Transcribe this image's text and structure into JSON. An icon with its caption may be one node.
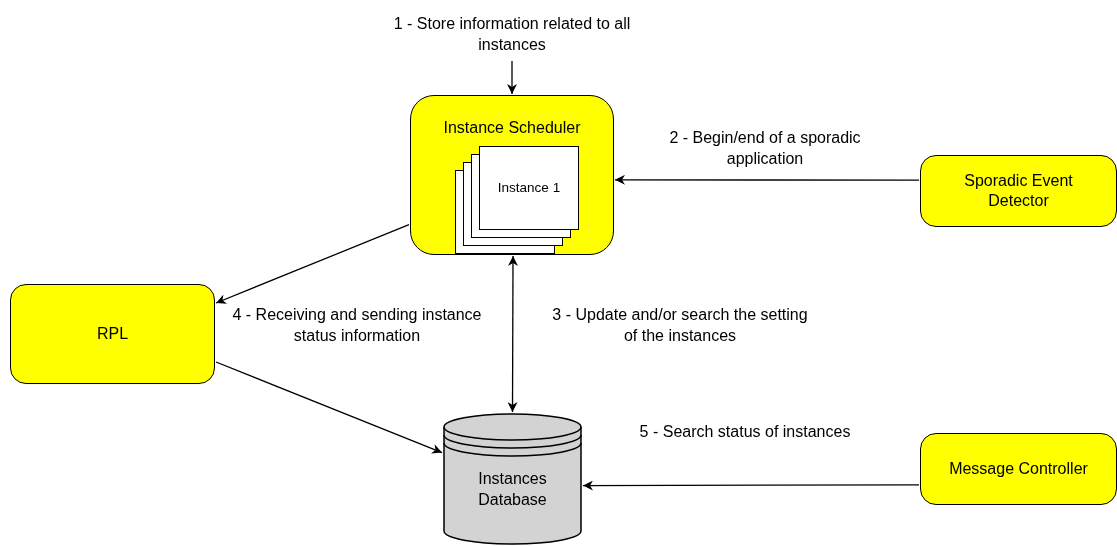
{
  "diagram": {
    "nodes": [
      {
        "text": [
          "Instance Scheduler"
        ]
      },
      {
        "text": [
          "Instance 1"
        ],
        "in": 0
      },
      {
        "text": [
          "Sporadic Event Detector"
        ]
      },
      {
        "text": [
          "RPL"
        ]
      },
      {
        "text": [
          "Instances Database"
        ]
      },
      {
        "text": [
          "Message Controller"
        ]
      },
      {
        "text": [
          "1 - Store information related to all instances"
        ]
      }
    ],
    "edges": [
      {
        "from": 6,
        "to": 0,
        "arrow": "to"
      },
      {
        "from": 2,
        "to": 0,
        "arrow": "to",
        "label": "2 - Begin/end of a sporadic application"
      },
      {
        "from": 0,
        "to": 3,
        "arrow": "to"
      },
      {
        "from": 3,
        "to": 4,
        "arrow": "to"
      },
      {
        "from": 0,
        "to": 4,
        "arrow": "both",
        "label": "3 - Update and/or search the setting of the instances"
      },
      {
        "from": 5,
        "to": 4,
        "arrow": "to",
        "label": "5 - Search status of instances"
      }
    ],
    "labels": [
      "4 - Receiving and sending instance status information"
    ]
  }
}
